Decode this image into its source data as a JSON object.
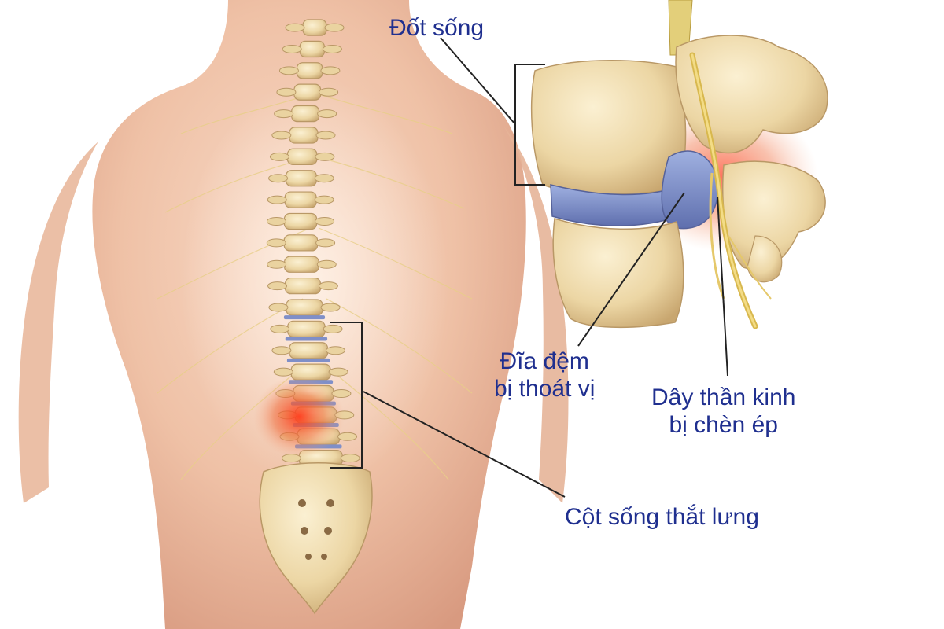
{
  "labels": {
    "vertebra": "Đốt sống",
    "herniated_disc_line1": "Đĩa đệm",
    "herniated_disc_line2": "bị thoát vị",
    "compressed_nerve_line1": "Dây thần kinh",
    "compressed_nerve_line2": "bị chèn ép",
    "lumbar_spine": "Cột sống thắt lưng"
  },
  "colors": {
    "label_text": "#1f2f8f",
    "leader_line": "#222222",
    "skin": "#f0c6ad",
    "bone": "#f1dfb3",
    "disc": "#7f8fc8",
    "inflammation": "#e2492b"
  }
}
